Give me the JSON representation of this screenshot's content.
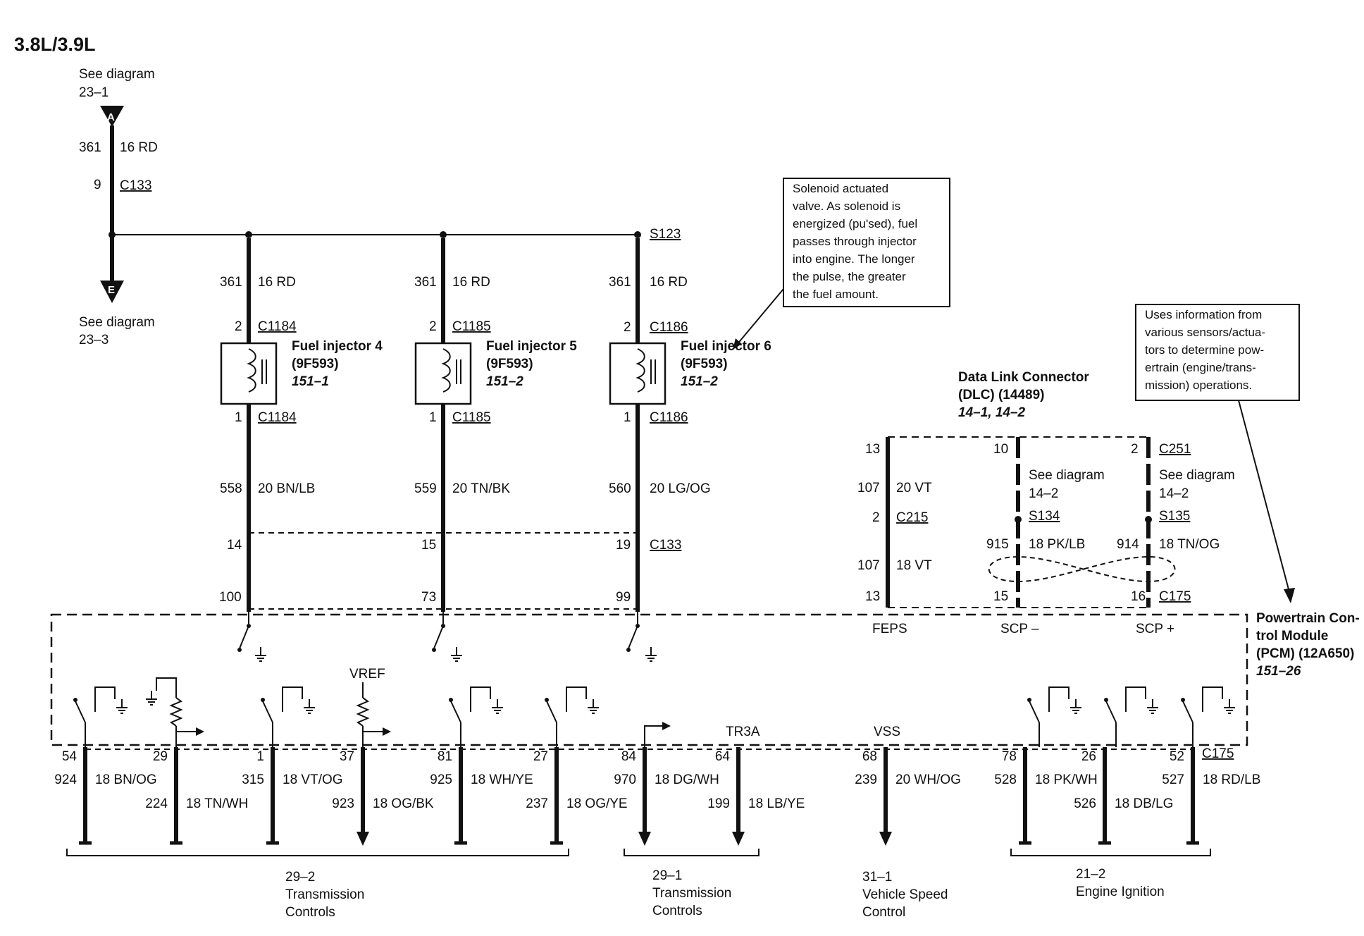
{
  "title": "3.8L/3.9L",
  "top": {
    "see_a": [
      "See diagram",
      "23–1"
    ],
    "marker_a": "A",
    "circuit": "361",
    "wire": "16 RD",
    "pin": "9",
    "connector": "C133",
    "marker_e": "E",
    "see_e": [
      "See diagram",
      "23–3"
    ]
  },
  "splice_top": "S123",
  "injectors": [
    {
      "name": "Fuel injector 4",
      "part": "(9F593)",
      "ref": "151–1",
      "conn": "C1184",
      "circ_in": "361",
      "wire_in": "16 RD",
      "pin_in": "2",
      "pin_out": "1",
      "circ_out": "558",
      "wire_out": "20 BN/LB",
      "c133_pin": "14",
      "pcm_pin": "100"
    },
    {
      "name": "Fuel injector 5",
      "part": "(9F593)",
      "ref": "151–2",
      "conn": "C1185",
      "circ_in": "361",
      "wire_in": "16 RD",
      "pin_in": "2",
      "pin_out": "1",
      "circ_out": "559",
      "wire_out": "20 TN/BK",
      "c133_pin": "15",
      "pcm_pin": "73"
    },
    {
      "name": "Fuel injector 6",
      "part": "(9F593)",
      "ref": "151–2",
      "conn": "C1186",
      "circ_in": "361",
      "wire_in": "16 RD",
      "pin_in": "2",
      "pin_out": "1",
      "circ_out": "560",
      "wire_out": "20 LG/OG",
      "c133_pin": "19",
      "pcm_pin": "99"
    }
  ],
  "c133_label": "C133",
  "callout_solenoid": [
    "Solenoid actuated",
    "valve. As solenoid is",
    "energized (pu'sed), fuel",
    "passes through injector",
    "into engine. The longer",
    "the pulse, the greater",
    "the fuel amount."
  ],
  "callout_pcm": [
    "Uses information from",
    "various sensors/actua-",
    "tors to determine pow-",
    "ertrain (engine/trans-",
    "mission) operations."
  ],
  "dlc": {
    "name": [
      "Data Link Connector",
      "(DLC) (14489)"
    ],
    "ref": "14–1, 14–2",
    "feps": {
      "dlc_pin": "13",
      "circuit": "107",
      "wire_a": "20 VT",
      "c215_pin": "2",
      "c215": "C215",
      "wire_b": "18 VT",
      "pcm_pin": "13",
      "label": "FEPS"
    },
    "scp_minus": {
      "dlc_pin": "10",
      "see": [
        "See diagram",
        "14–2"
      ],
      "splice": "S134",
      "circuit": "915",
      "wire": "18 PK/LB",
      "pcm_pin": "15",
      "label": "SCP –"
    },
    "scp_plus": {
      "dlc_pin": "2",
      "conn": "C251",
      "see": [
        "See diagram",
        "14–2"
      ],
      "splice": "S135",
      "circuit": "914",
      "wire": "18 TN/OG",
      "pcm_pin": "16",
      "conn_pcm": "C175",
      "label": "SCP +"
    }
  },
  "pcm": {
    "name": [
      "Powertrain Con-",
      "trol Module",
      "(PCM) (12A650)"
    ],
    "ref": "151–26"
  },
  "internal_labels": {
    "vref": "VREF",
    "tr3a": "TR3A",
    "vss": "VSS"
  },
  "bottom_pins": [
    {
      "pin": "54",
      "circuit": "924",
      "wire": "18 BN/OG"
    },
    {
      "pin": "29",
      "circuit": "224",
      "wire": "18 TN/WH"
    },
    {
      "pin": "1",
      "circuit": "315",
      "wire": "18 VT/OG"
    },
    {
      "pin": "37",
      "circuit": "923",
      "wire": "18 OG/BK"
    },
    {
      "pin": "81",
      "circuit": "925",
      "wire": "18 WH/YE"
    },
    {
      "pin": "27",
      "circuit": "237",
      "wire": "18 OG/YE"
    },
    {
      "pin": "84",
      "circuit": "970",
      "wire": "18 DG/WH"
    },
    {
      "pin": "64",
      "circuit": "199",
      "wire": "18 LB/YE"
    },
    {
      "pin": "68",
      "circuit": "239",
      "wire": "20 WH/OG"
    },
    {
      "pin": "78",
      "circuit": "528",
      "wire": "18 PK/WH"
    },
    {
      "pin": "26",
      "circuit": "526",
      "wire": "18 DB/LG"
    },
    {
      "pin": "52",
      "circuit": "527",
      "wire": "18 RD/LB"
    }
  ],
  "bottom_conn": "C175",
  "groups": [
    {
      "ref": "29–2",
      "lines": [
        "Transmission",
        "Controls"
      ]
    },
    {
      "ref": "29–1",
      "lines": [
        "Transmission",
        "Controls"
      ]
    },
    {
      "ref": "31–1",
      "lines": [
        "Vehicle Speed",
        "Control"
      ]
    },
    {
      "ref": "21–2",
      "lines": [
        "Engine Ignition"
      ]
    }
  ]
}
